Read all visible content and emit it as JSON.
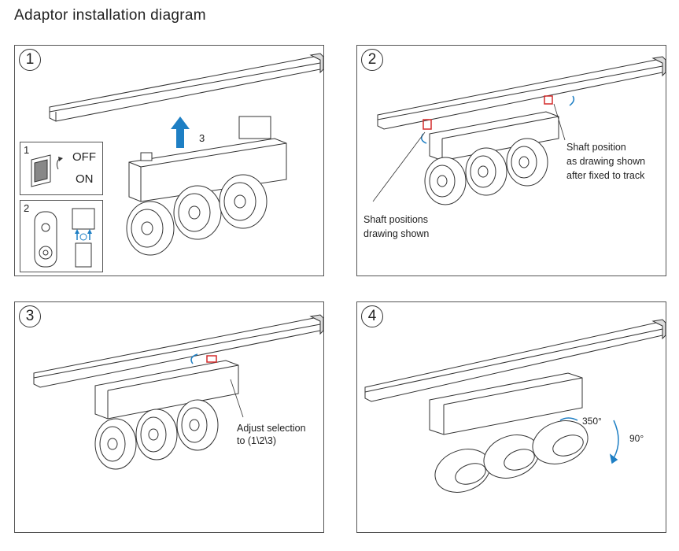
{
  "title": "Adaptor installation diagram",
  "steps": [
    {
      "number": "1",
      "switch_inset_label": "1",
      "off_label": "OFF",
      "on_label": "ON",
      "adaptor_inset_label": "2",
      "lift_label": "3"
    },
    {
      "number": "2",
      "note_right": [
        "Shaft position",
        "as drawing shown",
        "after fixed to track"
      ],
      "note_left": [
        "Shaft positions",
        "drawing shown"
      ]
    },
    {
      "number": "3",
      "note": [
        "Adjust selection",
        "to (1\\2\\3)"
      ]
    },
    {
      "number": "4",
      "rotate_label": "350°",
      "tilt_label": "90°"
    }
  ],
  "colors": {
    "accent_blue": "#1e7fc4",
    "highlight_red": "#d42b2b",
    "line": "#333333"
  }
}
